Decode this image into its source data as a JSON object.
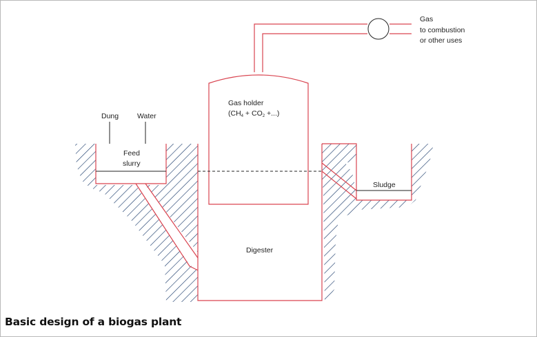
{
  "title": "Basic design of a biogas plant",
  "labels": {
    "gas_line1": "Gas",
    "gas_line2": "to combustion",
    "gas_line3": "or other uses",
    "gas_holder": "Gas holder",
    "formula_open": "(CH",
    "formula_ch_sub": "4",
    "formula_mid": " + CO",
    "formula_co_sub": "2",
    "formula_end": " +...)",
    "dung": "Dung",
    "water": "Water",
    "feed": "Feed",
    "slurry": "slurry",
    "sludge": "Sludge",
    "digester": "Digester"
  },
  "colors": {
    "pipe": "#d9434f",
    "hatch": "#1f3f6e",
    "line": "#222222"
  }
}
